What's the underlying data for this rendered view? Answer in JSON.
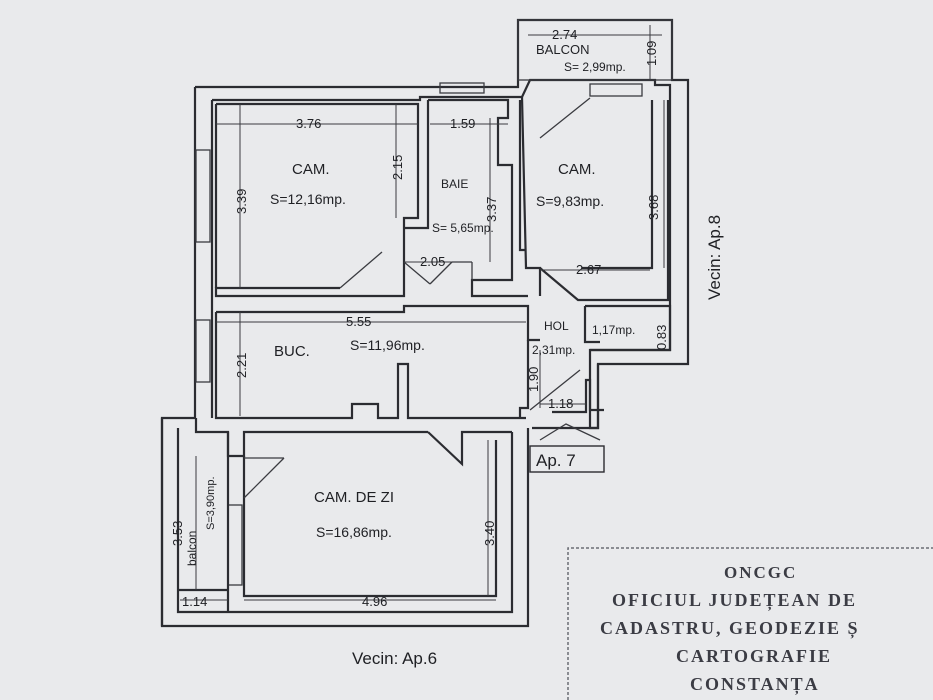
{
  "rooms": {
    "balcon_top": {
      "name": "BALCON",
      "area": "S= 2,99mp.",
      "width": "2.74",
      "depth": "1.09"
    },
    "cam1": {
      "name": "CAM.",
      "area": "S=12,16mp.",
      "width": "3.76",
      "height": "3.39",
      "notch": "2.15"
    },
    "baie": {
      "name": "BAIE",
      "area": "S= 5,65mp.",
      "width": "1.59",
      "height": "3.37",
      "bottom": "2.05"
    },
    "cam2": {
      "name": "CAM.",
      "area": "S=9,83mp.",
      "height": "3.68",
      "width": "2.67"
    },
    "hol": {
      "name": "HOL",
      "area": "2,31mp.",
      "closet_area": "1,17mp.",
      "closet_depth": "0.83",
      "height": "1.90",
      "width": "1.18"
    },
    "buc": {
      "name": "BUC.",
      "area": "S=11,96mp.",
      "width": "5.55",
      "height": "2.21"
    },
    "cam_zi": {
      "name": "CAM. DE ZI",
      "area": "S=16,86mp.",
      "height": "3.40",
      "width": "4.96"
    },
    "balcon_left": {
      "name": "balcon",
      "area": "S=3,90mp.",
      "height": "3.53",
      "width": "1.14"
    }
  },
  "labels": {
    "entrance": "Ap. 7",
    "neighbor_right": "Vecin: Ap.8",
    "neighbor_bottom": "Vecin: Ap.6"
  },
  "stamp": {
    "line1": "ONCGC",
    "line2": "OFICIUL JUDEȚEAN DE",
    "line3": "CADASTRU, GEODEZIE Ș",
    "line4": "CARTOGRAFIE",
    "line5": "CONSTANȚA"
  }
}
